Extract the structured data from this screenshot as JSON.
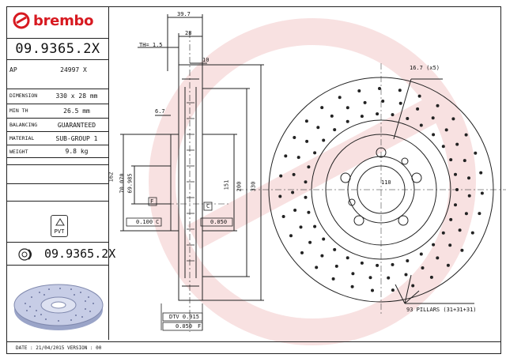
{
  "brand": {
    "name": "brembo",
    "color": "#d71920"
  },
  "part_number": "09.9365.2X",
  "ap": {
    "label": "AP",
    "value": "24997 X"
  },
  "specs": [
    {
      "label": "DIMENSION",
      "value": "330 x 28 mm"
    },
    {
      "label": "MIN TH",
      "value": "26.5 mm"
    },
    {
      "label": "BALANCING",
      "value": "GUARANTEED"
    },
    {
      "label": "MATERIAL",
      "value": "SUB-GROUP 1"
    },
    {
      "label": "WEIGHT",
      "value": "9.8 kg"
    }
  ],
  "pvt_label": "PVT",
  "part_number_bottom": "09.9365.2X",
  "footer": "DATE : 21/04/2015  VERSION : 00",
  "dimensions": {
    "d1": "39.7",
    "d2": "28",
    "th": "TH= 1.5",
    "d3": "10",
    "d4": "6.7",
    "d5": "70.070",
    "d6": "69.985",
    "d7": "162",
    "d8": "151",
    "d9": "200",
    "d10": "330",
    "hole": "16.7 (x5)",
    "pcd": "110",
    "datum_f": "F",
    "datum_c": "C",
    "tol1": "0.100",
    "tol1_ref": "C",
    "tol2": "0.050",
    "dtv": "DTV 0.015",
    "tol3": "0.050",
    "tol3_ref": "F",
    "pillars": "93 PILLARS (31+31+31)"
  },
  "colors": {
    "watermark": "#f3c9c9",
    "line": "#222222"
  }
}
